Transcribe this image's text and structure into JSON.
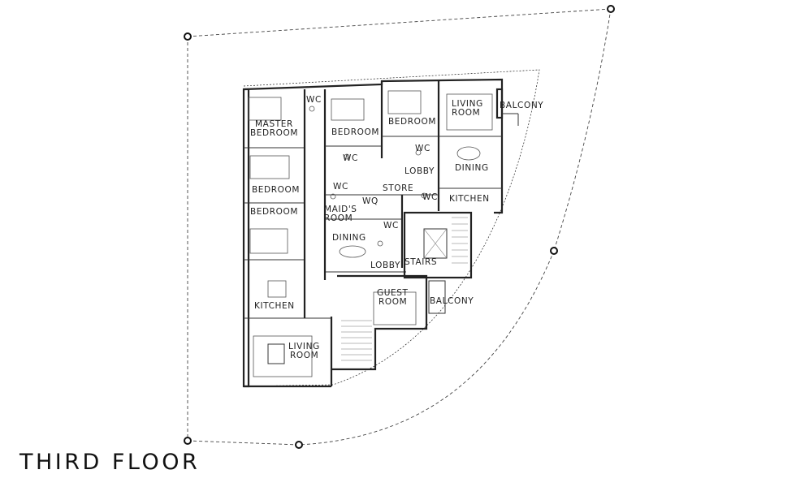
{
  "title": "Third Floor",
  "rooms": {
    "master_bedroom_1": "Master",
    "master_bedroom_2": "Bedroom",
    "bedroom_top_mid": "Bedroom",
    "bedroom_top_right": "Bedroom",
    "living_room_top_1": "Living",
    "living_room_top_2": "Room",
    "balcony_top": "Balcony",
    "wc_1": "WC",
    "wc_2": "WC",
    "wc_3": "WC",
    "wc_4": "WC",
    "wc_5": "WC",
    "wc_6": "WC",
    "wq": "WQ",
    "bedroom_left_1": "Bedroom",
    "bedroom_left_2": "Bedroom",
    "maids_room_1": "Maid's",
    "maids_room_2": "Room",
    "store": "Store",
    "lobby_top": "Lobby",
    "dining_top": "Dining",
    "kitchen_top": "Kitchen",
    "dining_mid": "Dining",
    "lobby_mid": "Lobby",
    "stairs": "Stairs",
    "kitchen_left": "Kitchen",
    "guest_room_1": "Guest",
    "guest_room_2": "Room",
    "balcony_right": "Balcony",
    "living_room_bottom_1": "Living",
    "living_room_bottom_2": "Room"
  }
}
